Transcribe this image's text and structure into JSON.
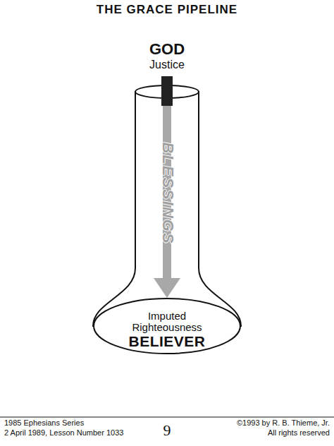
{
  "diagram": {
    "title": "THE GRACE PIPELINE",
    "nodes": [
      {
        "text": [
          "GOD",
          "Justice"
        ]
      },
      {
        "text": [
          "Imputed Righteousness",
          "BELIEVER"
        ]
      }
    ],
    "edges": [
      {
        "from": 0,
        "to": 1,
        "arrow": "to",
        "label": "BLESSINGS"
      }
    ],
    "labels": [
      "1985 Ephesians Series",
      "2 April 1989, Lesson Number 1033",
      "9",
      "©1993 by R. B. Thieme, Jr.",
      "All rights reserved"
    ]
  }
}
